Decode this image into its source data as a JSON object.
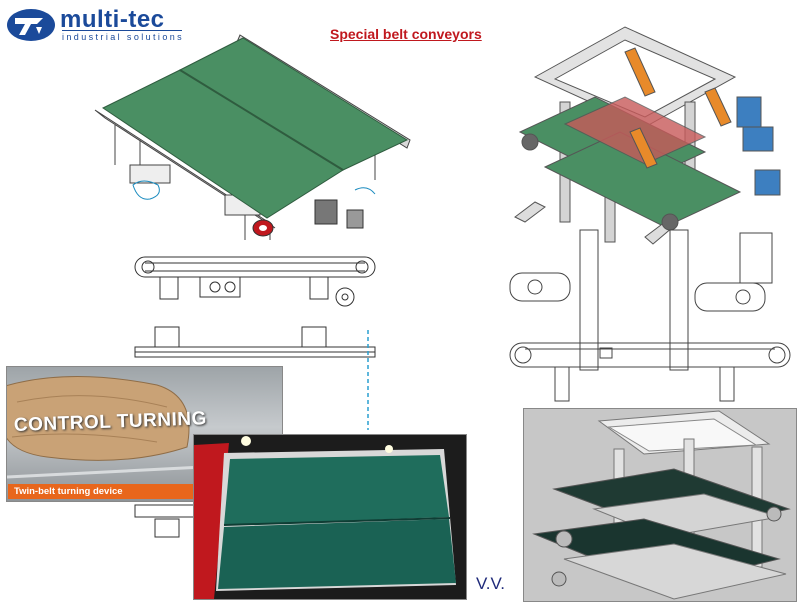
{
  "header": {
    "brand_name": "multi-tec",
    "tagline": "industrial solutions",
    "title": "Special belt conveyors"
  },
  "photos": {
    "control_turning": {
      "caption": "CONTROL TURNING",
      "subcaption": "Twin-belt turning device"
    }
  },
  "footer": {
    "initials": "V.V."
  },
  "colors": {
    "brand_blue": "#1b4a9a",
    "title_red": "#c0181e",
    "belt_green": "#4a8f63",
    "caption_orange": "#e8661c",
    "frame_grey": "#cfcfcf",
    "guard_orange": "#e88a2a"
  }
}
